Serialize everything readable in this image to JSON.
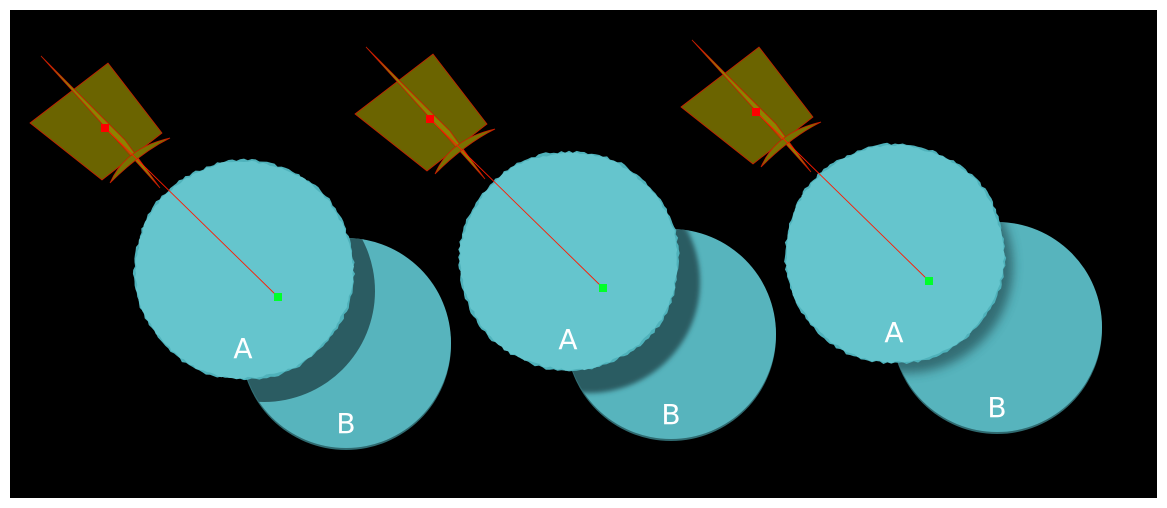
{
  "colors": {
    "background": "#000000",
    "circle_a": "#65c5cd",
    "circle_a_edge": "#4fb2bb",
    "circle_b": "#57b4bd",
    "shadow": "#2b5c62",
    "light_fill": "#6b6400",
    "light_stroke": "#c81e00",
    "beam": "#ff1a00",
    "light_marker": "#ff0000",
    "target_marker": "#00ff2a"
  },
  "panels": [
    {
      "label_a": "A",
      "label_b": "B",
      "shadow_style": "hard"
    },
    {
      "label_a": "A",
      "label_b": "B",
      "shadow_style": "medium"
    },
    {
      "label_a": "A",
      "label_b": "B",
      "shadow_style": "soft"
    }
  ]
}
